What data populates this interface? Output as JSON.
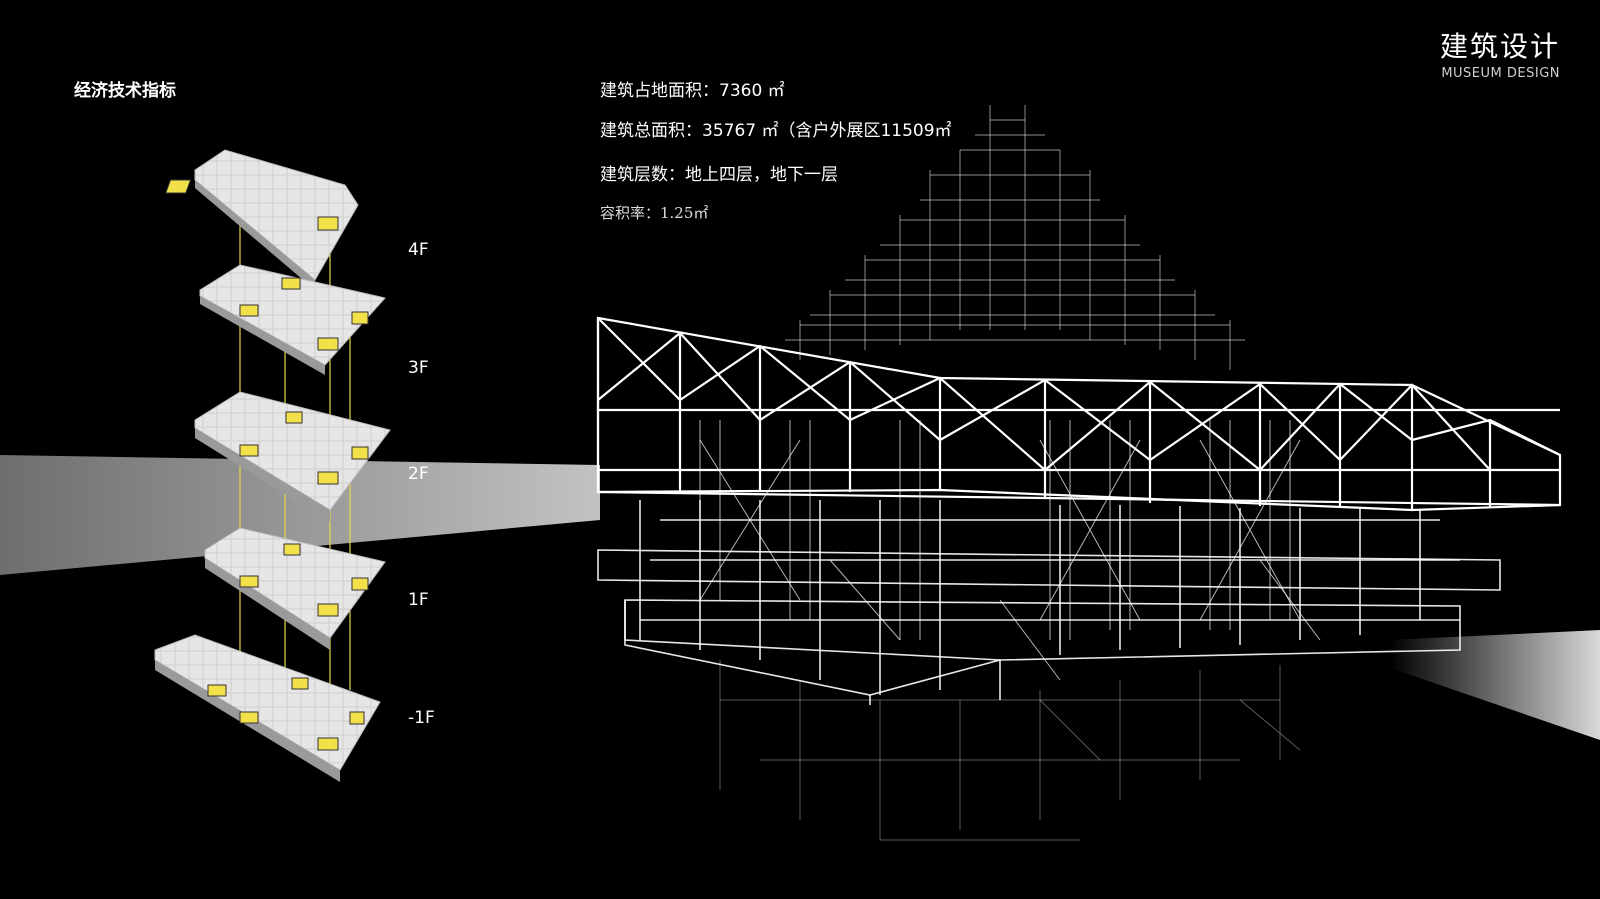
{
  "brand": {
    "title": "建筑设计",
    "subtitle": "MUSEUM DESIGN"
  },
  "section_title": "经济技术指标",
  "stats": {
    "footprint": "建筑占地面积：7360 ㎡",
    "total_area": "建筑总面积：35767 ㎡（含户外展区11509㎡",
    "floors": "建筑层数：地上四层，地下一层",
    "far": "容积率：1.25㎡"
  },
  "floor_labels": [
    "4F",
    "3F",
    "2F",
    "1F",
    "-1F"
  ],
  "colors": {
    "background": "#000000",
    "highlight": "#f2e04a",
    "slab": "#e8e8e8",
    "wire": "#ffffff"
  }
}
